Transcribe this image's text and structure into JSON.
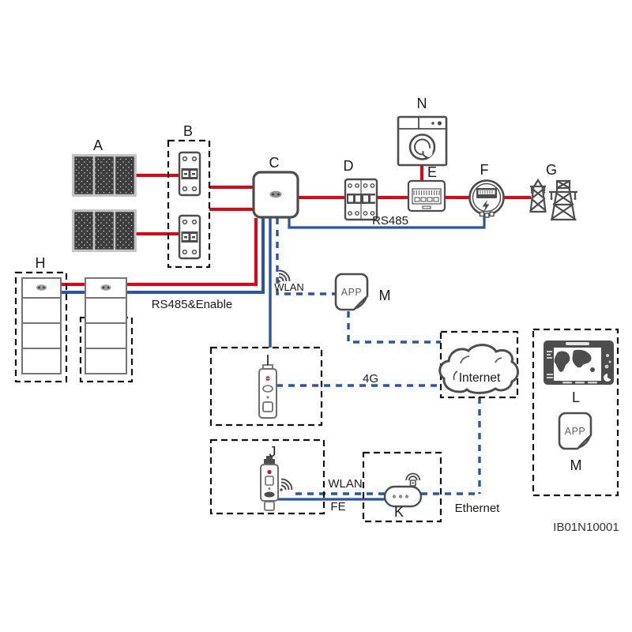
{
  "page": {
    "background": "#ffffff"
  },
  "colors": {
    "wire_red": "#e60012",
    "wire_blue": "#2a55a4",
    "device_outline": "#4d4d4d",
    "dashed_box": "#111111",
    "text": "#1a1a1a",
    "logo_red": "#c8102e"
  },
  "nodes": {
    "pv_array": {
      "label": "A",
      "icon": "solar-panel-icon"
    },
    "dc_breakers": {
      "label": "B",
      "icon": "circuit-breaker-2p-icon"
    },
    "inverter": {
      "label": "C",
      "icon": "inverter-icon"
    },
    "ac_breaker": {
      "label": "D",
      "icon": "circuit-breaker-4p-icon"
    },
    "terminal_box": {
      "label": "E",
      "icon": "terminal-block-icon"
    },
    "power_meter": {
      "label": "F",
      "icon": "power-meter-icon"
    },
    "power_grid": {
      "label": "G",
      "icon": "transmission-tower-icon"
    },
    "battery": {
      "label": "H",
      "icon": "battery-stack-icon"
    },
    "dongle_4g": {
      "label": "I",
      "icon": "usb-dongle-icon"
    },
    "dongle_wlan_fe": {
      "label": "J",
      "icon": "usb-dongle-wifi-icon"
    },
    "router": {
      "label": "K",
      "icon": "router-icon"
    },
    "monitor_screen": {
      "label": "L",
      "icon": "monitor-map-icon"
    },
    "app_local": {
      "label": "M",
      "icon": "app-file-icon",
      "text": "APP"
    },
    "app_remote": {
      "label": "M",
      "icon": "app-file-icon",
      "text": "APP"
    },
    "load": {
      "label": "N",
      "icon": "washing-machine-icon"
    },
    "internet": {
      "label": "Internet",
      "icon": "cloud-icon"
    }
  },
  "links": {
    "rs485": {
      "label": "RS485"
    },
    "rs485_enable": {
      "label": "RS485&Enable"
    },
    "wlan_inverter": {
      "label": "WLAN"
    },
    "wlan_router": {
      "label": "WLAN"
    },
    "fe": {
      "label": "FE"
    },
    "cellular": {
      "label": "4G"
    },
    "ethernet": {
      "label": "Ethernet"
    }
  },
  "figure_code": "IB01N10001"
}
